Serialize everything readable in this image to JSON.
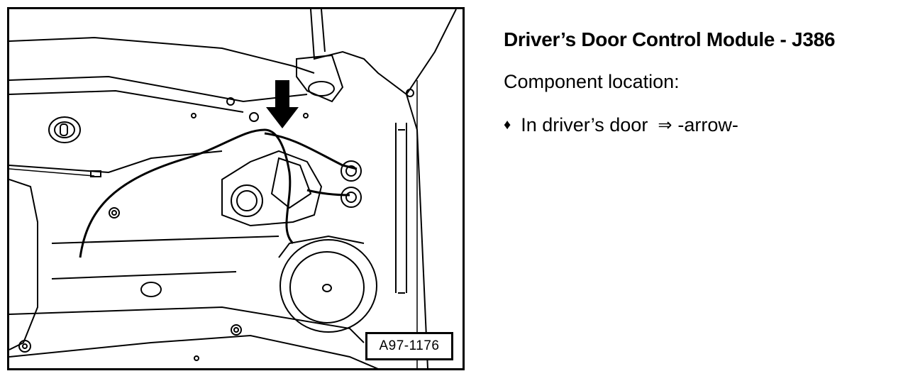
{
  "figure": {
    "label": "A97-1176"
  },
  "title": "Driver’s Door Control Module - J386",
  "subtitle": "Component location:",
  "bullet": {
    "glyph": "♦",
    "text": "In driver’s door",
    "ref_arrow": "⇒",
    "ref_text": "-arrow-"
  }
}
